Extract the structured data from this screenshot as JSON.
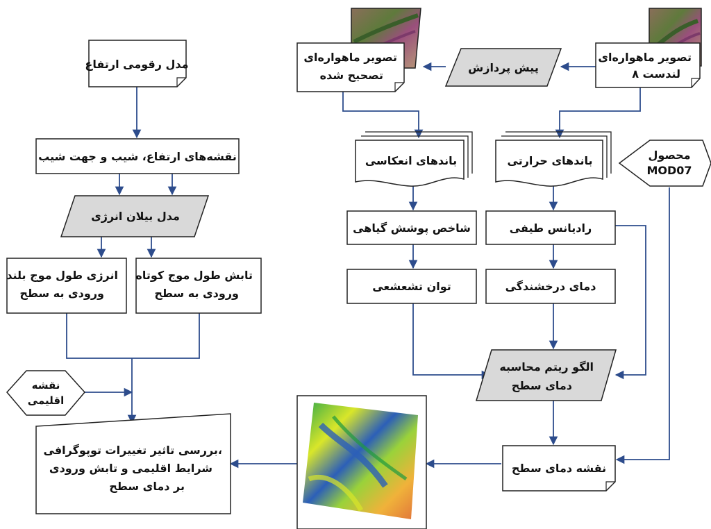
{
  "nodes": {
    "landsat_image": [
      "تصویر ماهواره‌ای",
      "لندست ۸"
    ],
    "preprocessing": [
      "پیش پردازش"
    ],
    "corrected_image": [
      "تصویر ماهواره‌ای",
      "تصحیح شده"
    ],
    "dem": [
      "مدل رقومی ارتفاع"
    ],
    "topo_maps": [
      "نقشه‌های ارتفاع، شیب و جهت شیب"
    ],
    "energy_balance": [
      "مدل بیلان انرژی"
    ],
    "longwave": [
      "انرژی طول موج بلند",
      "ورودی به سطح"
    ],
    "shortwave": [
      "تابش طول موج کوتاه",
      "ورودی به سطح"
    ],
    "reflective_bands": [
      "باندهای انعکاسی"
    ],
    "thermal_bands": [
      "باندهای حرارتی"
    ],
    "mod07": [
      "محصول",
      "MOD07"
    ],
    "ndvi": [
      "شاخص پوشش گیاهی"
    ],
    "spectral_radiance": [
      "رادیانس طیفی"
    ],
    "emissivity": [
      "توان تشعشعی"
    ],
    "brightness_temp": [
      "دمای درخشندگی"
    ],
    "lst_algorithm": [
      "الگو ریتم محاسبه",
      "دمای سطح"
    ],
    "climate_map": [
      "نقشه",
      "اقلیمی"
    ],
    "lst_map": [
      "نقشه دمای سطح"
    ],
    "final_analysis": [
      "بررسی تاثیر تغییرات توپوگرافی،",
      "شرایط اقلیمی و تابش ورودی",
      "بر دمای سطح"
    ]
  },
  "colors": {
    "line": "#2d4c8c",
    "box_border": "#222222",
    "process_fill": "#d9d9d9",
    "box_fill": "#ffffff"
  }
}
